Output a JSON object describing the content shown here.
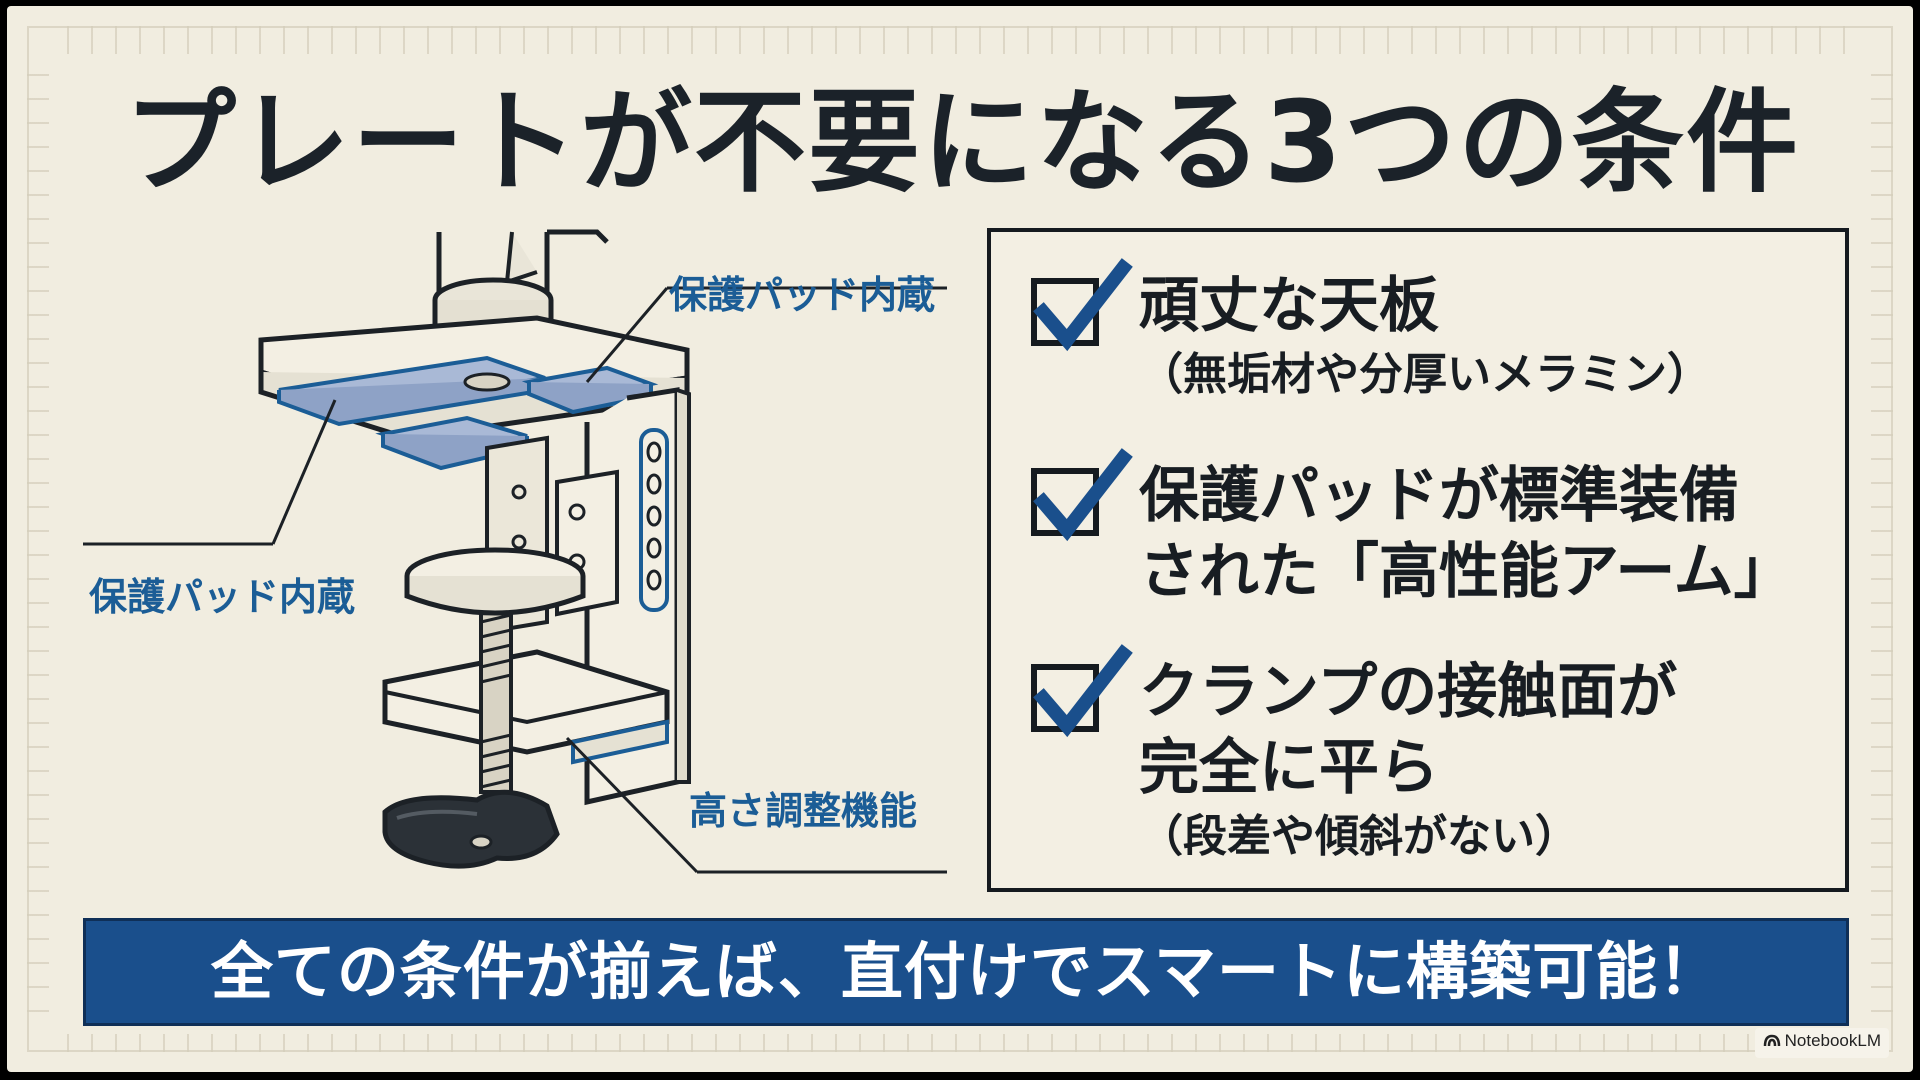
{
  "title": "プレートが不要になる3つの条件",
  "callouts": {
    "top_pad": "保護パッド内蔵",
    "left_pad": "保護パッド内蔵",
    "height_adjust": "高さ調整機能"
  },
  "checklist": [
    {
      "checked": true,
      "lines": [
        "頑丈な天板"
      ],
      "sub": [
        "（無垢材や分厚いメラミン）"
      ]
    },
    {
      "checked": true,
      "lines": [
        "保護パッドが標準装備",
        "された「高性能アーム」"
      ],
      "sub": []
    },
    {
      "checked": true,
      "lines": [
        "クランプの接触面が",
        "完全に平ら"
      ],
      "sub": [
        "（段差や傾斜がない）"
      ]
    }
  ],
  "banner": "全ての条件が揃えば、直付けでスマートに構築可能！",
  "watermark": "NotebookLM",
  "colors": {
    "accent_blue": "#1a4f8c",
    "callout_blue": "#1b5d96",
    "pad_blue": "#a9b9d6",
    "background": "#f1ede0",
    "ink": "#181d22"
  },
  "icons": [
    "checkmark-icon",
    "notebooklm-logo-icon"
  ]
}
